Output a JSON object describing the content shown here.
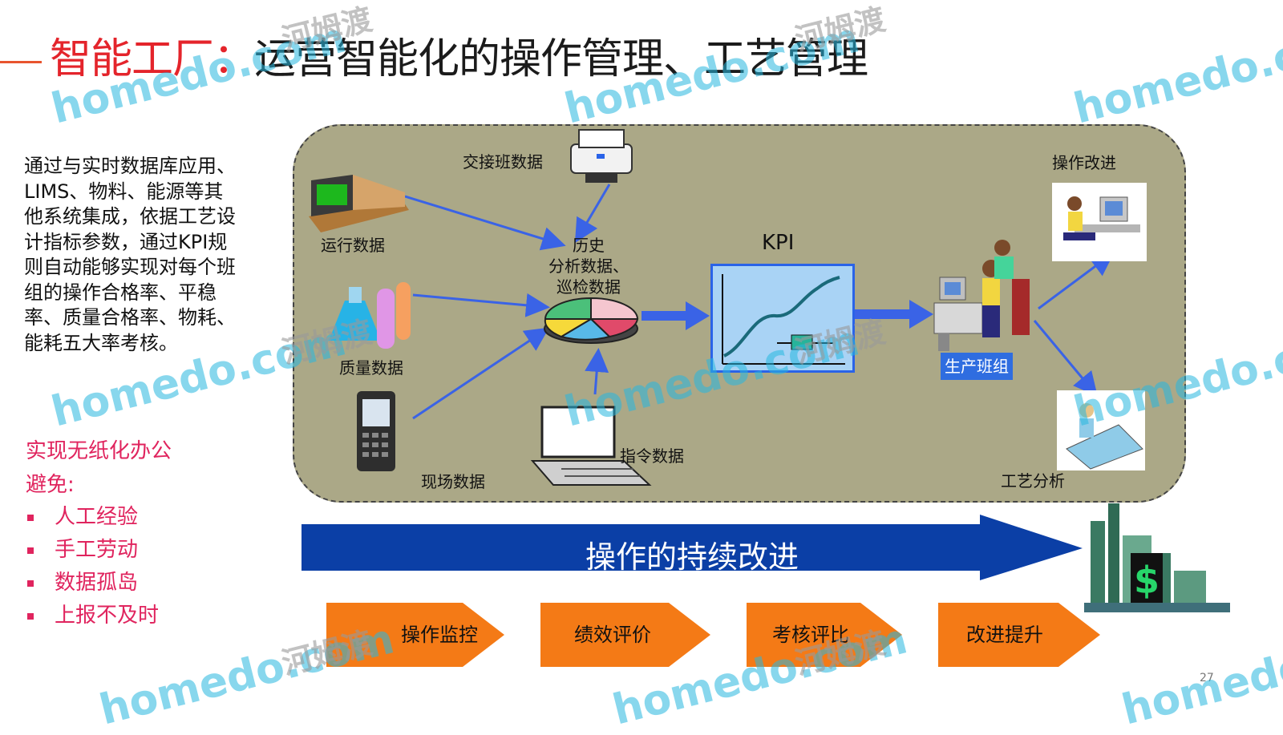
{
  "title": {
    "prefix": "智能工厂：",
    "main": "运营智能化的操作管理、工艺管理"
  },
  "description": "通过与实时数据库应用、LIMS、物料、能源等其他系统集成，依据工艺设计指标参数，通过KPI规则自动能够实现对每个班组的操作合格率、平稳率、质量合格率、物耗、能耗五大率考核。",
  "paperless": "实现无纸化办公",
  "avoid_label": "避免:",
  "avoid_items": [
    "人工经验",
    "手工劳动",
    "数据孤岛",
    "上报不及时"
  ],
  "diagram": {
    "shift_data": "交接班数据",
    "run_data": "运行数据",
    "history_line1": "历史",
    "history_line2": "分析数据、",
    "history_line3": "巡检数据",
    "quality_data": "质量数据",
    "field_data": "现场数据",
    "command_data": "指令数据",
    "kpi": "KPI",
    "team": "生产班组",
    "op_improve": "操作改进",
    "process_analysis": "工艺分析"
  },
  "main_arrow": "操作的持续改进",
  "steps": [
    "操作监控",
    "绩效评价",
    "考核评比",
    "改进提升"
  ],
  "page_number": "27",
  "watermarks": {
    "domain": "homedo.com",
    "brand": "河姆渡"
  },
  "colors": {
    "title_red": "#e4242b",
    "accent_pink": "#e0245e",
    "panel": "#aba887",
    "arrow_blue": "#3a63e6",
    "main_arrow": "#0b3fa6",
    "step_orange": "#f47a16"
  }
}
